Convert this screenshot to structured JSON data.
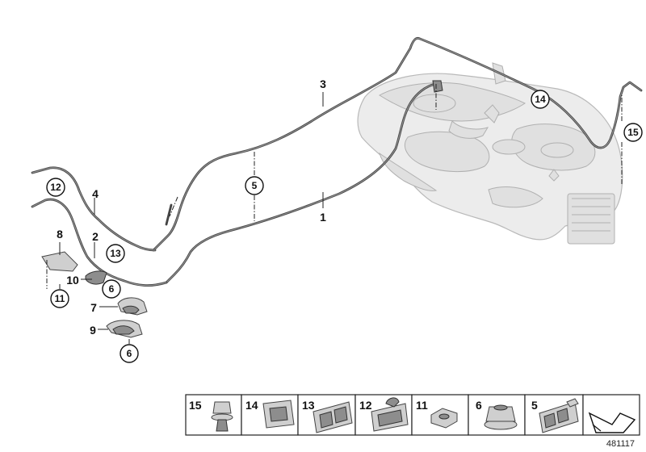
{
  "callouts": [
    {
      "label": "1",
      "circled": false
    },
    {
      "label": "2",
      "circled": false
    },
    {
      "label": "3",
      "circled": false
    },
    {
      "label": "4",
      "circled": false
    },
    {
      "label": "5",
      "circled": true
    },
    {
      "label": "6",
      "circled": true
    },
    {
      "label": "6",
      "circled": true
    },
    {
      "label": "7",
      "circled": false
    },
    {
      "label": "8",
      "circled": false
    },
    {
      "label": "9",
      "circled": false
    },
    {
      "label": "10",
      "circled": false
    },
    {
      "label": "11",
      "circled": true
    },
    {
      "label": "12",
      "circled": true
    },
    {
      "label": "13",
      "circled": true
    },
    {
      "label": "14",
      "circled": true
    },
    {
      "label": "15",
      "circled": true
    }
  ],
  "parts_strip": [
    {
      "label": "15",
      "icon": "push-rivet-clip-icon"
    },
    {
      "label": "14",
      "icon": "pipe-clip-icon"
    },
    {
      "label": "13",
      "icon": "double-pipe-holder-icon"
    },
    {
      "label": "12",
      "icon": "pipe-holder-icon"
    },
    {
      "label": "11",
      "icon": "flat-nut-icon"
    },
    {
      "label": "6",
      "icon": "hex-collar-nut-icon"
    },
    {
      "label": "5",
      "icon": "multi-pipe-holder-icon"
    },
    {
      "label": "",
      "icon": "arrow-direction-icon"
    }
  ],
  "reference_number": "481117"
}
